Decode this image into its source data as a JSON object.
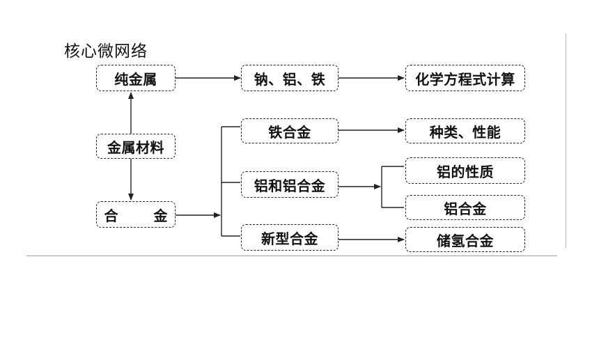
{
  "title": "核心微网络",
  "nodes": {
    "pure_metal": "纯金属",
    "metal_material": "金属材料",
    "alloy": "合 金",
    "na_al_fe": "钠、铝、铁",
    "formula_calc": "化学方程式计算",
    "iron_alloy": "铁合金",
    "types_props": "种类、性能",
    "al_and_alloy": "铝和铝合金",
    "al_props": "铝的性质",
    "al_alloy": "铝合金",
    "new_alloy": "新型合金",
    "hydrogen_storage": "储氢合金"
  }
}
